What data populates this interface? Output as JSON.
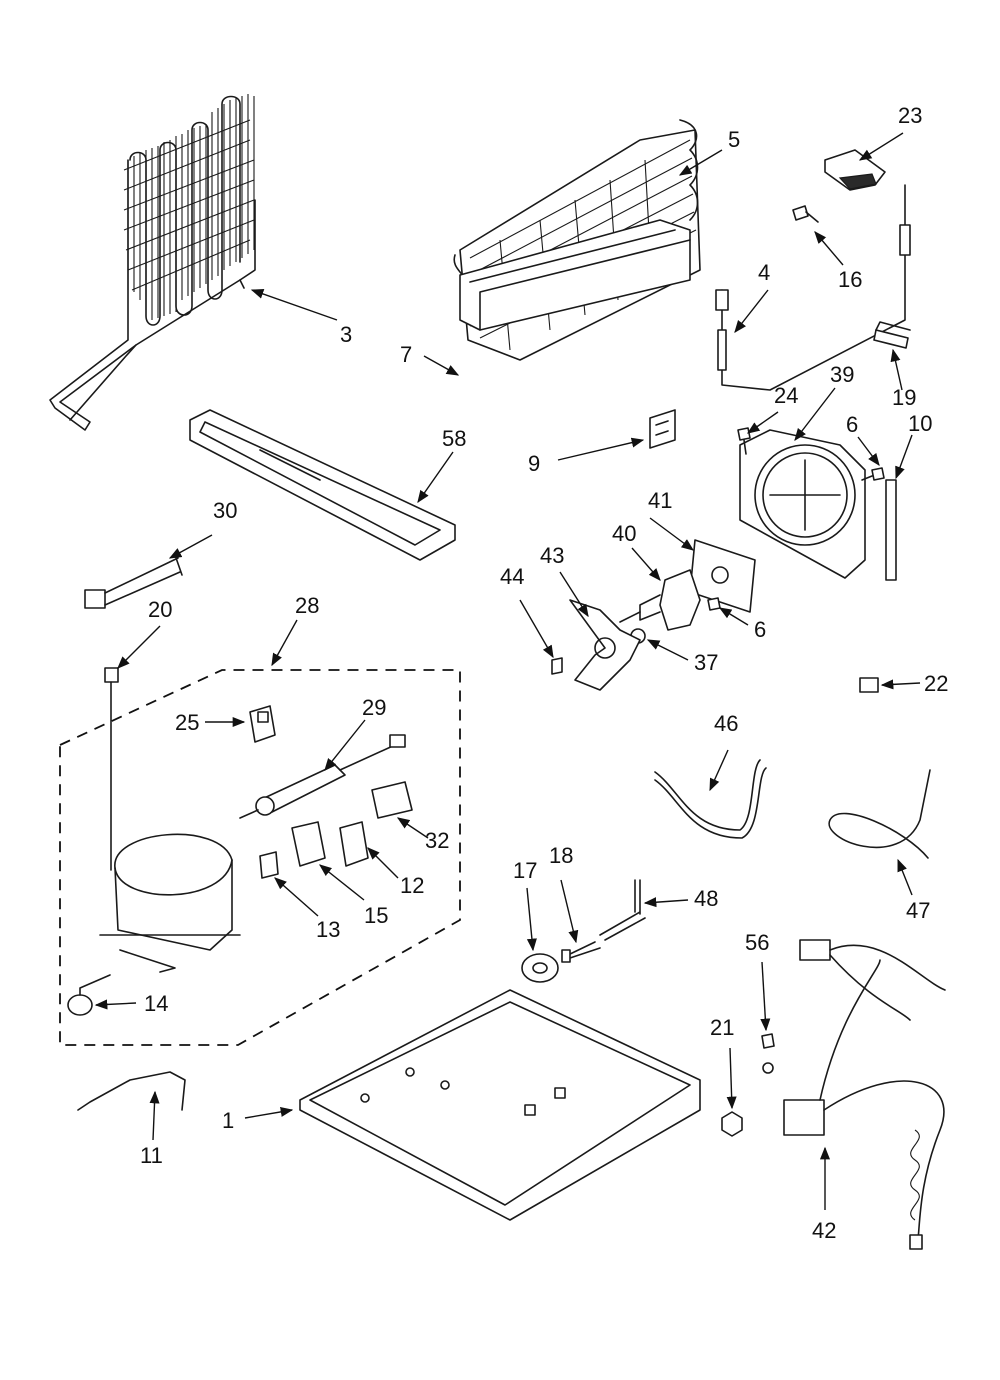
{
  "diagram": {
    "background": "#ffffff",
    "line_color": "#1a1a1a",
    "callouts": [
      {
        "id": "p1",
        "label": "1"
      },
      {
        "id": "p3",
        "label": "3"
      },
      {
        "id": "p4",
        "label": "4"
      },
      {
        "id": "p5",
        "label": "5"
      },
      {
        "id": "p6a",
        "label": "6"
      },
      {
        "id": "p6b",
        "label": "6"
      },
      {
        "id": "p7",
        "label": "7"
      },
      {
        "id": "p9",
        "label": "9"
      },
      {
        "id": "p10",
        "label": "10"
      },
      {
        "id": "p11",
        "label": "11"
      },
      {
        "id": "p12",
        "label": "12"
      },
      {
        "id": "p13",
        "label": "13"
      },
      {
        "id": "p14",
        "label": "14"
      },
      {
        "id": "p15",
        "label": "15"
      },
      {
        "id": "p16",
        "label": "16"
      },
      {
        "id": "p17",
        "label": "17"
      },
      {
        "id": "p18",
        "label": "18"
      },
      {
        "id": "p19",
        "label": "19"
      },
      {
        "id": "p20",
        "label": "20"
      },
      {
        "id": "p21",
        "label": "21"
      },
      {
        "id": "p22",
        "label": "22"
      },
      {
        "id": "p23",
        "label": "23"
      },
      {
        "id": "p24",
        "label": "24"
      },
      {
        "id": "p25",
        "label": "25"
      },
      {
        "id": "p28",
        "label": "28"
      },
      {
        "id": "p29",
        "label": "29"
      },
      {
        "id": "p30",
        "label": "30"
      },
      {
        "id": "p32",
        "label": "32"
      },
      {
        "id": "p37",
        "label": "37"
      },
      {
        "id": "p39",
        "label": "39"
      },
      {
        "id": "p40",
        "label": "40"
      },
      {
        "id": "p41",
        "label": "41"
      },
      {
        "id": "p42",
        "label": "42"
      },
      {
        "id": "p43",
        "label": "43"
      },
      {
        "id": "p44",
        "label": "44"
      },
      {
        "id": "p46",
        "label": "46"
      },
      {
        "id": "p47",
        "label": "47"
      },
      {
        "id": "p48",
        "label": "48"
      },
      {
        "id": "p56",
        "label": "56"
      },
      {
        "id": "p58",
        "label": "58"
      }
    ]
  }
}
